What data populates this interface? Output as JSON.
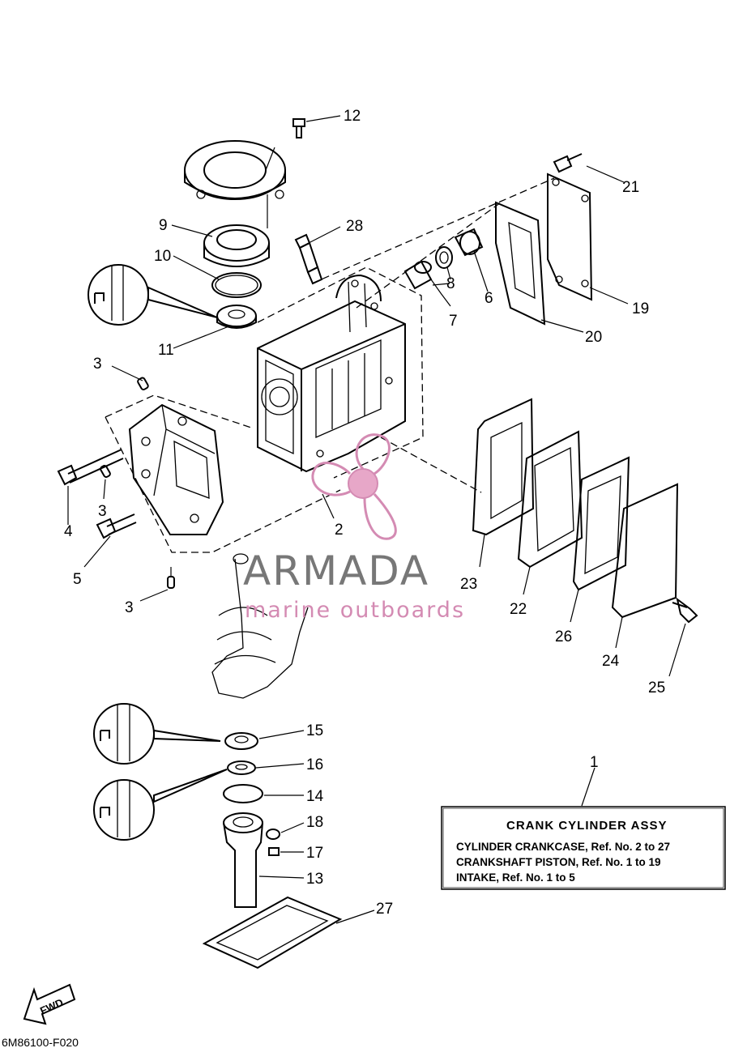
{
  "part_numbers": {
    "p1": "1",
    "p2": "2",
    "p3a": "3",
    "p3b": "3",
    "p3c": "3",
    "p4": "4",
    "p5": "5",
    "p6": "6",
    "p7": "7",
    "p8": "8",
    "p9": "9",
    "p10": "10",
    "p11": "11",
    "p12": "12",
    "p13": "13",
    "p14": "14",
    "p15": "15",
    "p16": "16",
    "p17": "17",
    "p18": "18",
    "p19": "19",
    "p20": "20",
    "p21": "21",
    "p22": "22",
    "p23": "23",
    "p24": "24",
    "p25": "25",
    "p26": "26",
    "p27": "27",
    "p28": "28"
  },
  "watermark": {
    "brand": "ARMADA",
    "subtitle": "marine outboards",
    "colors": {
      "brand_gray": "#777777",
      "brand_pink": "#d48bb3"
    }
  },
  "info_box": {
    "title": "CRANK  CYLINDER ASSY",
    "lines": [
      "CYLINDER CRANKCASE, Ref. No. 2 to 27",
      "CRANKSHAFT PISTON,     Ref. No. 1 to 19",
      "INTAKE,  Ref. No. 1 to 5"
    ]
  },
  "fwd_label": "FWD",
  "diagram_code": "6M86100-F020"
}
